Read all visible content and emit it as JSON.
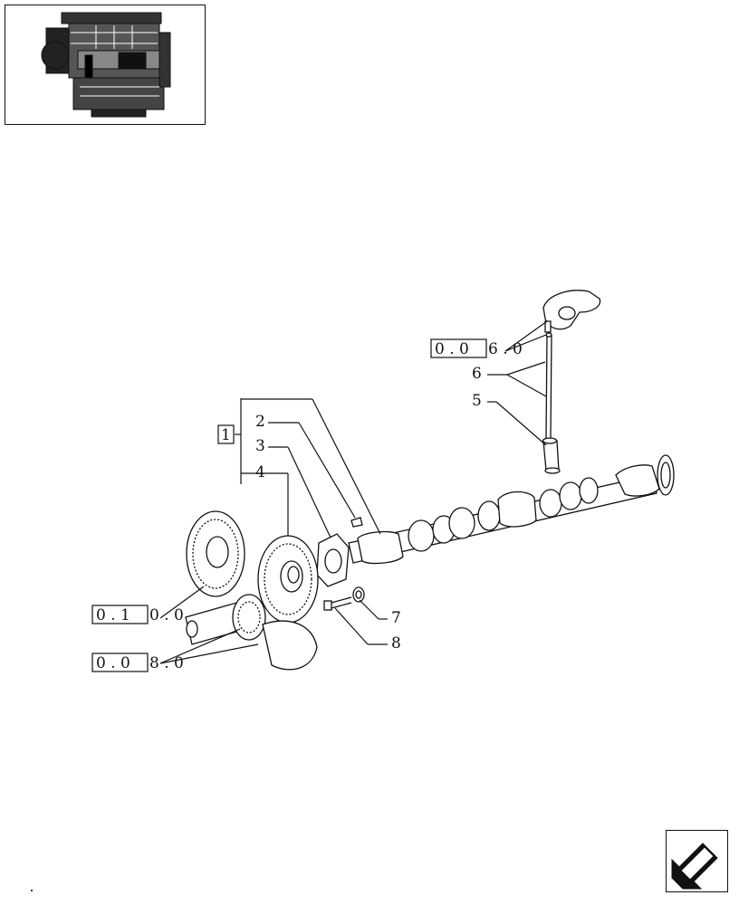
{
  "thumbnail": {
    "icon": "engine-thumbnail"
  },
  "refs": [
    {
      "code": "0 . 0",
      "trail": "6 . 0"
    },
    {
      "code": "0 . 1",
      "trail": "0 . 0"
    },
    {
      "code": "0 . 0",
      "trail": "8 . 0"
    }
  ],
  "parts": {
    "group": "1",
    "p2": "2",
    "p3": "3",
    "p4": "4",
    "p5": "5",
    "p6": "6",
    "p7": "7",
    "p8": "8"
  },
  "nav": {
    "icon": "next-page-arrow-icon"
  }
}
